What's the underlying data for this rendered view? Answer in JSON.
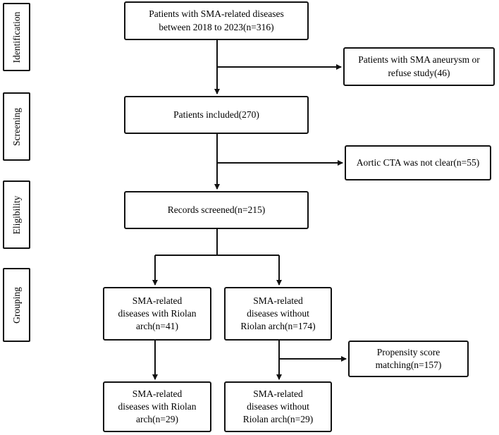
{
  "stages": {
    "identification": "Identification",
    "screening": "Screening",
    "eligibility": "Eligibility",
    "grouping": "Grouping"
  },
  "boxes": {
    "patients_all": "Patients with SMA-related diseases\nbetween 2018 to 2023(n=316)",
    "excluded_aneurysm": "Patients with SMA aneurysm or\nrefuse study(46)",
    "patients_included": "Patients included(270)",
    "excluded_cta": "Aortic CTA was not clear(n=55)",
    "records_screened": "Records screened(n=215)",
    "with_riolan_initial": "SMA-related\ndiseases with Riolan\narch(n=41)",
    "without_riolan_initial": "SMA-related\ndiseases without\nRiolan arch(n=174)",
    "propensity_matching": "Propensity score\nmatching(n=157)",
    "with_riolan_matched": "SMA-related\ndiseases with Riolan\narch(n=29)",
    "without_riolan_matched": "SMA-related\ndiseases without\nRiolan arch(n=29)"
  }
}
